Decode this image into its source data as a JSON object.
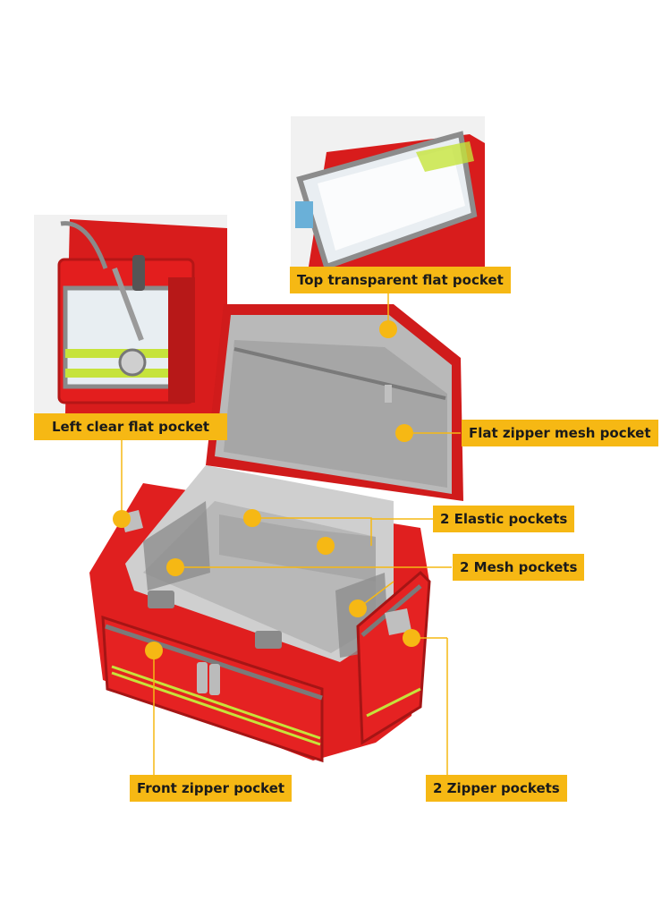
{
  "callouts": {
    "top_transparent_flat_pocket": "Top transparent flat pocket",
    "left_clear_flat_pocket": "Left clear flat pocket",
    "flat_zipper_mesh_pocket": "Flat zipper mesh pocket",
    "elastic_pockets": "2 Elastic pockets",
    "mesh_pockets": "2 Mesh pockets",
    "front_zipper_pocket": "Front zipper pocket",
    "zipper_pockets": "2 Zipper pockets"
  },
  "colors": {
    "bag_red": "#e11d1d",
    "lining_grey": "#bdbdbd",
    "label_yellow": "#f6b814",
    "leader_line": "#f6b814",
    "reflective_strip": "#c6e33b"
  }
}
